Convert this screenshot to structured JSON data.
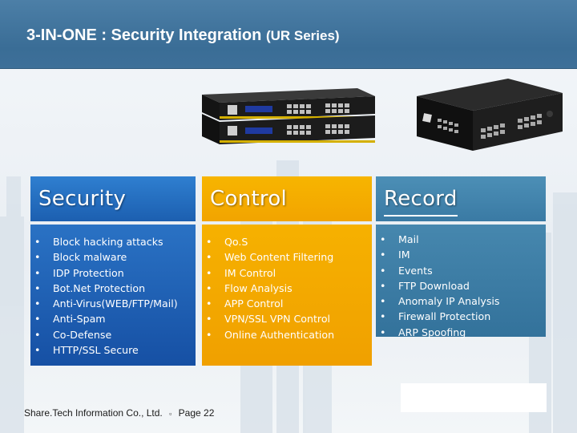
{
  "slide": {
    "title": "3-IN-ONE : Security Integration",
    "title_suffix": "(UR Series)"
  },
  "columns": [
    {
      "heading": "Security",
      "color": "#1f63b4",
      "items": [
        "Block hacking attacks",
        "Block malware",
        "IDP Protection",
        "Bot.Net Protection",
        "Anti-Virus(WEB/FTP/Mail)",
        "Anti-Spam",
        "Co-Defense",
        "HTTP/SSL Secure"
      ]
    },
    {
      "heading": "Control",
      "color": "#f4a800",
      "items": [
        "Qo.S",
        "Web Content Filtering",
        "IM Control",
        "Flow Analysis",
        "APP Control",
        "VPN/SSL VPN Control",
        "Online Authentication"
      ]
    },
    {
      "heading": "Record",
      "color": "#3d7ea8",
      "items": [
        "Mail",
        "IM",
        "Events",
        "FTP Download",
        "Anomaly IP Analysis",
        "Firewall Protection",
        "ARP Spoofing"
      ]
    }
  ],
  "footer": {
    "company": "Share.Tech Information Co., Ltd.",
    "separator": "▫",
    "page": "Page 22"
  },
  "icons": [
    "firewall-appliance-rack-image",
    "firewall-appliance-tower-image"
  ],
  "colors": {
    "title_bar": "#3f719b",
    "security": "#1f63b4",
    "control": "#f4a800",
    "record": "#3d7ea8"
  }
}
